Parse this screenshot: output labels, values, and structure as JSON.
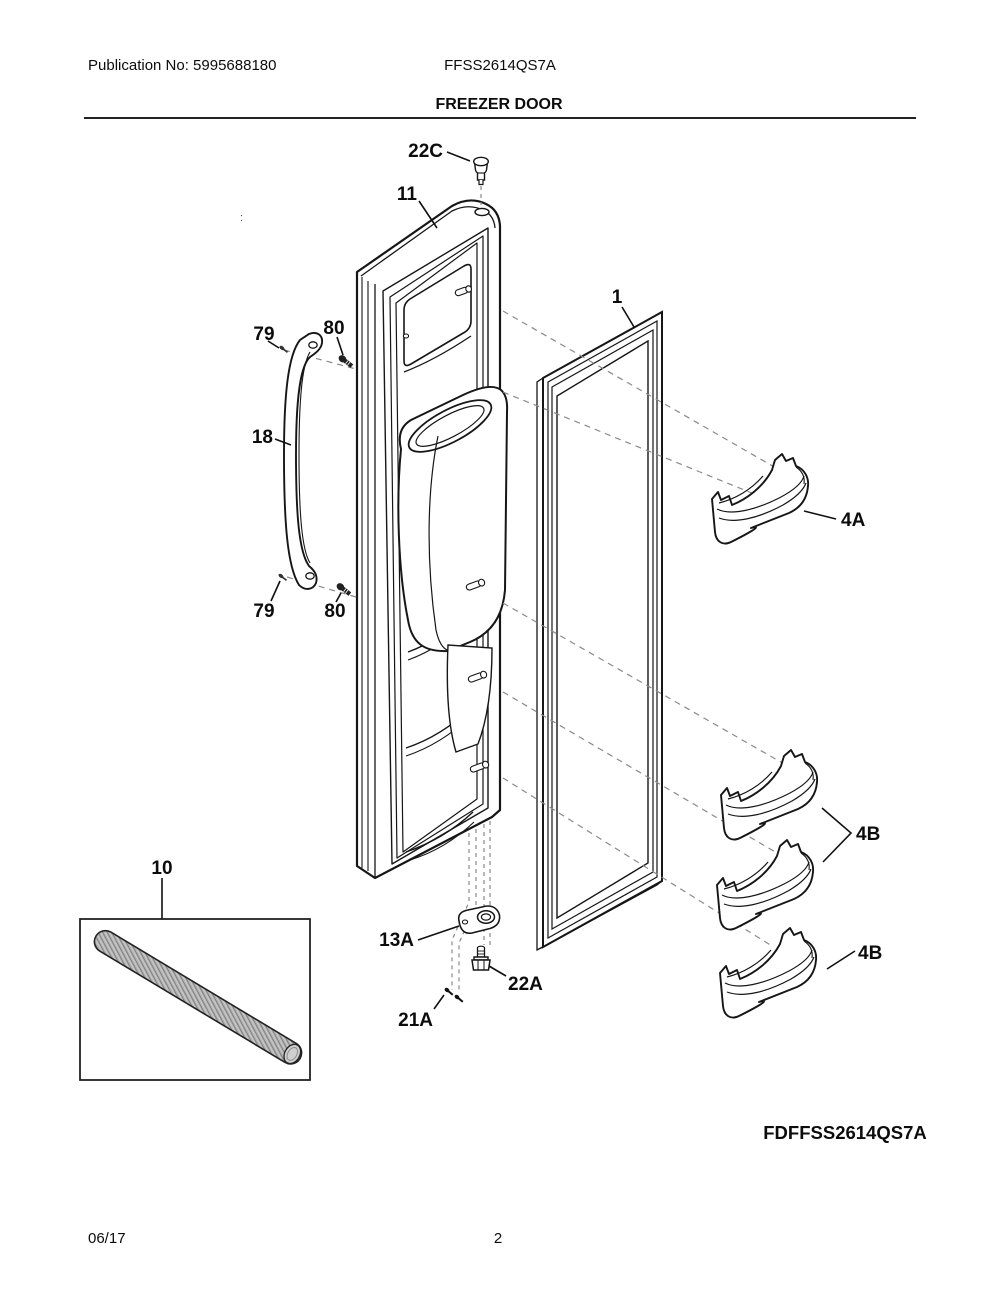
{
  "page": {
    "header": {
      "publication": "Publication No: 5995688180",
      "model": "FFSS2614QS7A",
      "title": "FREEZER DOOR"
    },
    "footer": {
      "date": "06/17",
      "page_number": "2"
    }
  },
  "diagram": {
    "code": "FDFFSS2614QS7A",
    "stray_mark": ":",
    "callouts": [
      {
        "part": "22C",
        "label": "22C"
      },
      {
        "part": "11",
        "label": "11"
      },
      {
        "part": "79",
        "label": "79",
        "position": "top"
      },
      {
        "part": "80",
        "label": "80",
        "position": "top"
      },
      {
        "part": "18",
        "label": "18"
      },
      {
        "part": "79",
        "label": "79",
        "position": "bottom"
      },
      {
        "part": "80",
        "label": "80",
        "position": "bottom"
      },
      {
        "part": "1",
        "label": "1"
      },
      {
        "part": "4A",
        "label": "4A"
      },
      {
        "part": "4B",
        "label": "4B",
        "position": "upper"
      },
      {
        "part": "4B",
        "label": "4B",
        "position": "lower"
      },
      {
        "part": "10",
        "label": "10"
      },
      {
        "part": "13A",
        "label": "13A"
      },
      {
        "part": "22A",
        "label": "22A"
      },
      {
        "part": "21A",
        "label": "21A"
      }
    ]
  }
}
